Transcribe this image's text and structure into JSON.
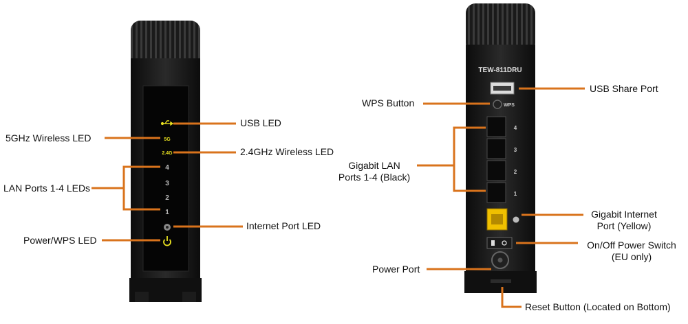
{
  "front_panel": {
    "labels": {
      "usb_led": "USB LED",
      "wireless_5ghz_led": "5GHz Wireless LED",
      "wireless_24ghz_led": "2.4GHz Wireless LED",
      "lan_leds": "LAN Ports 1-4 LEDs",
      "internet_led": "Internet Port LED",
      "power_wps_led": "Power/WPS LED"
    },
    "panel_marks": {
      "band_5g": "5G",
      "band_24g": "2.4G",
      "ports": [
        "4",
        "3",
        "2",
        "1"
      ]
    }
  },
  "back_panel": {
    "model": "TEW-811DRU",
    "wps_mark": "WPS",
    "port_numbers": [
      "4",
      "3",
      "2",
      "1"
    ],
    "labels": {
      "usb_share_port": "USB Share Port",
      "wps_button": "WPS Button",
      "gigabit_lan_line1": "Gigabit LAN",
      "gigabit_lan_line2": "Ports 1-4 (Black)",
      "gigabit_internet_line1": "Gigabit Internet",
      "gigabit_internet_line2": "Port (Yellow)",
      "power_switch_line1": "On/Off Power Switch",
      "power_switch_line2": "(EU only)",
      "power_port": "Power Port",
      "reset_button": "Reset Button (Located on Bottom)"
    }
  },
  "colors": {
    "leader_line": "#d9731c",
    "device_body": "#141414",
    "led_amber": "#e8e020",
    "internet_port_yellow": "#f0c000"
  }
}
